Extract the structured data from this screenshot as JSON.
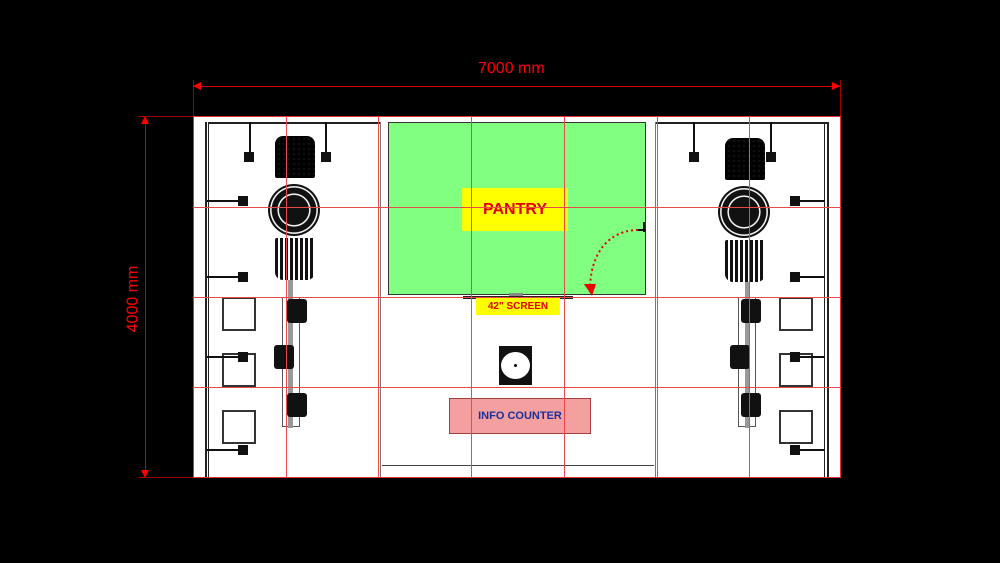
{
  "dimensions": {
    "width_label": "7000 mm",
    "height_label": "4000 mm"
  },
  "rooms": {
    "pantry_label": "PANTRY",
    "screen_label": "42\" SCREEN",
    "counter_label": "INFO COUNTER"
  },
  "colors": {
    "background": "#000000",
    "dimension_red": "#ff0000",
    "grid_red": "#e84a4a",
    "pantry_green": "#80ff80",
    "label_yellow": "#ffff00",
    "counter_pink": "#f4a0a0",
    "counter_text_blue": "#1a2f9a"
  }
}
